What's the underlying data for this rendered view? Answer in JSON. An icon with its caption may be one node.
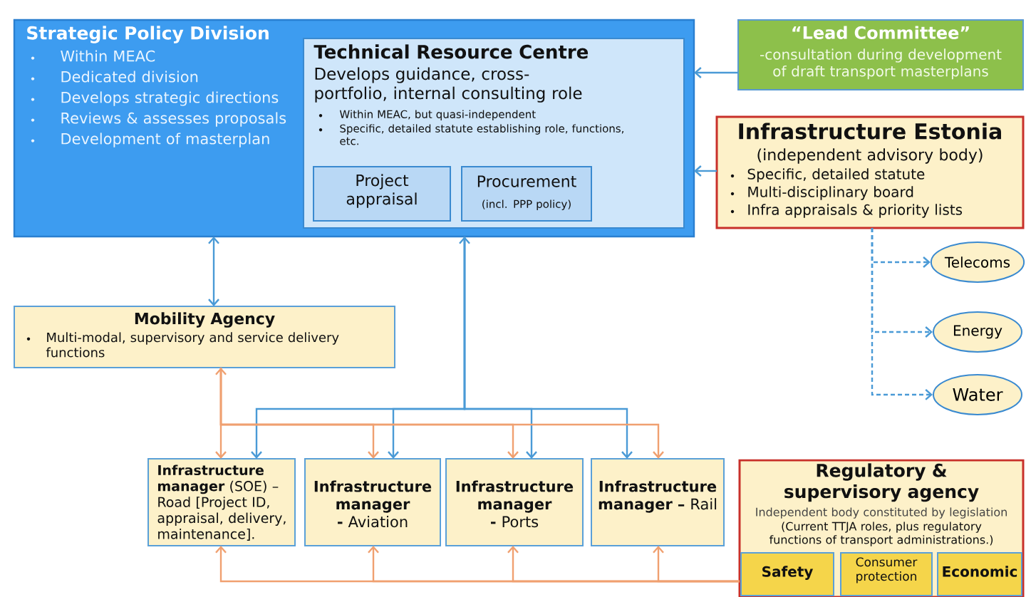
{
  "diagram": {
    "nodes": [
      {
        "text": [
          "Strategic Policy Division",
          "Within MEAC",
          "Dedicated division",
          "Develops strategic directions",
          "Reviews & assesses proposals",
          "Development of masterplan"
        ]
      },
      {
        "text": [
          "Technical Resource Centre",
          "Develops guidance, cross-portfolio, internal consulting role",
          "Within MEAC, but quasi-independent",
          "Specific, detailed statute establishing role, functions, etc."
        ],
        "in": 0
      },
      {
        "text": [
          "Project appraisal"
        ],
        "in": 1
      },
      {
        "text": [
          "Procurement",
          "(incl. PPP policy)"
        ],
        "in": 1
      },
      {
        "text": [
          "“Lead Committee”",
          "-consultation during development of draft transport masterplans"
        ]
      },
      {
        "text": [
          "Infrastructure Estonia",
          "(independent advisory body)",
          "Specific, detailed statute",
          "Multi-disciplinary board",
          "Infra appraisals & priority lists"
        ]
      },
      {
        "text": [
          "Telecoms"
        ]
      },
      {
        "text": [
          "Energy"
        ]
      },
      {
        "text": [
          "Water"
        ]
      },
      {
        "text": [
          "Mobility Agency",
          "Multi-modal, supervisory and service delivery functions"
        ]
      },
      {
        "text": [
          "**Infrastructure manager** (SOE) – Road [Project ID, appraisal, delivery, maintenance]."
        ]
      },
      {
        "text": [
          "**Infrastructure manager -** Aviation"
        ]
      },
      {
        "text": [
          "**Infrastructure manager -** Ports"
        ]
      },
      {
        "text": [
          "**Infrastructure manager –** Rail"
        ]
      },
      {
        "text": [
          "Regulatory & supervisory agency",
          "Independent body constituted by legislation",
          "(Current TTJA roles, plus regulatory functions of transport administrations.)"
        ]
      },
      {
        "text": [
          "Safety"
        ],
        "in": 14
      },
      {
        "text": [
          "Consumer protection"
        ],
        "in": 14
      },
      {
        "text": [
          "Economic"
        ],
        "in": 14
      }
    ],
    "edges": [
      {
        "from": 4,
        "to": 0,
        "arrow": "to"
      },
      {
        "from": 5,
        "to": 0,
        "arrow": "to"
      },
      {
        "from": 9,
        "to": 0,
        "arrow": "both"
      },
      {
        "from": 0,
        "to": 10,
        "arrow": "both"
      },
      {
        "from": 0,
        "to": 11,
        "arrow": "to"
      },
      {
        "from": 0,
        "to": 12,
        "arrow": "to"
      },
      {
        "from": 0,
        "to": 13,
        "arrow": "to"
      },
      {
        "from": 9,
        "to": 10,
        "arrow": "both",
        "color": "#f0a070"
      },
      {
        "from": 9,
        "to": 11,
        "arrow": "to",
        "color": "#f0a070"
      },
      {
        "from": 9,
        "to": 12,
        "arrow": "to",
        "color": "#f0a070"
      },
      {
        "from": 9,
        "to": 13,
        "arrow": "to",
        "color": "#f0a070"
      },
      {
        "from": 14,
        "to": 10,
        "arrow": "to",
        "color": "#f0a070"
      },
      {
        "from": 14,
        "to": 11,
        "arrow": "to",
        "color": "#f0a070"
      },
      {
        "from": 14,
        "to": 12,
        "arrow": "to",
        "color": "#f0a070"
      },
      {
        "from": 14,
        "to": 13,
        "arrow": "to",
        "color": "#f0a070"
      },
      {
        "from": 5,
        "to": 6,
        "arrow": "to",
        "style": "dashed"
      },
      {
        "from": 5,
        "to": 7,
        "arrow": "to",
        "style": "dashed"
      },
      {
        "from": 5,
        "to": 8,
        "arrow": "to",
        "style": "dashed"
      }
    ]
  }
}
